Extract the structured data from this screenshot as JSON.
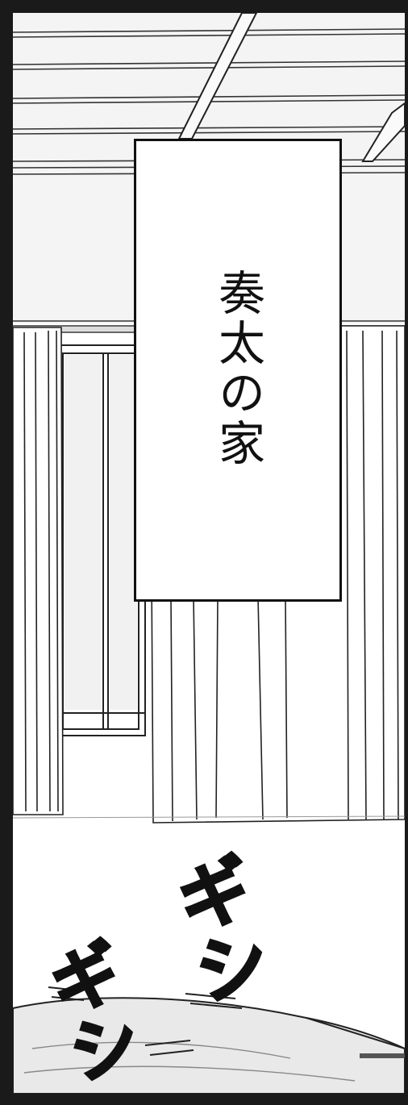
{
  "caption": {
    "text": "奏太の家"
  },
  "sound_effects": {
    "upper": "ギシ",
    "lower": "ギシ"
  }
}
